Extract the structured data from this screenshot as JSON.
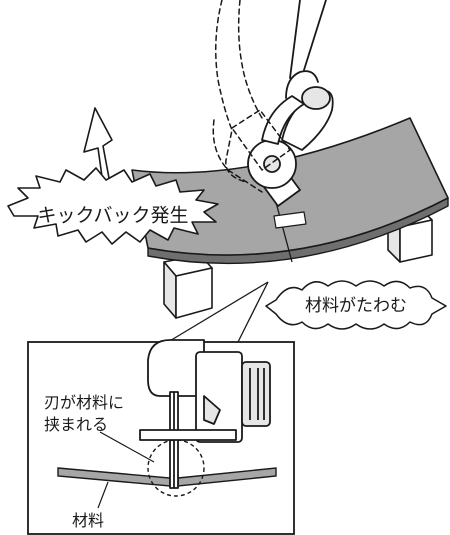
{
  "labels": {
    "kickback": "キックバック発生",
    "material_bends": "材料がたわむ",
    "blade_pinched_line1": "刃が材料に",
    "blade_pinched_line2": "挟まれる",
    "material": "材料"
  },
  "colors": {
    "ink": "#1a1a1a",
    "board": "#a6a6a6",
    "board_edge": "#6f6f6f",
    "block": "#ffffff",
    "background": "#ffffff"
  }
}
